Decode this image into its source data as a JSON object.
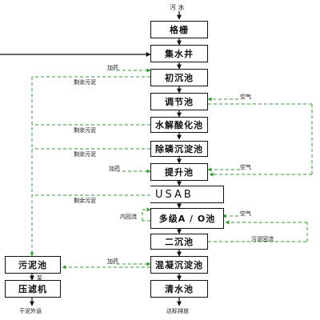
{
  "diagram": {
    "inlet": "污 水",
    "processes": {
      "grille": "格栅",
      "sump": "集水井",
      "primary_clarifier": "初沉池",
      "equalization": "调节池",
      "hydrolysis": "水解酸化池",
      "p_removal_settler": "除磷沉淀池",
      "lift": "提升池",
      "usab": "USAB",
      "multistage_ao": "多级A / O池",
      "secondary_clarifier": "二沉池",
      "coagulation_settler": "混凝沉淀池",
      "clear_water": "清水池",
      "sludge_tank": "污泥池",
      "filter_press": "压滤机"
    },
    "labels": {
      "dosing_1": "加药",
      "excess_sludge_1": "剩余污泥",
      "air_1": "空气",
      "excess_sludge_2": "剩余污泥",
      "excess_sludge_3": "剩余污泥",
      "dosing_2": "加药",
      "air_2": "空气",
      "excess_sludge_4": "剩余污泥",
      "internal_reflux": "内回流",
      "air_3": "空气",
      "sludge_return": "污泥回流",
      "dosing_3": "加药",
      "pump": "泵",
      "cake_out": "干泥外运",
      "discharge": "达标排放"
    }
  }
}
